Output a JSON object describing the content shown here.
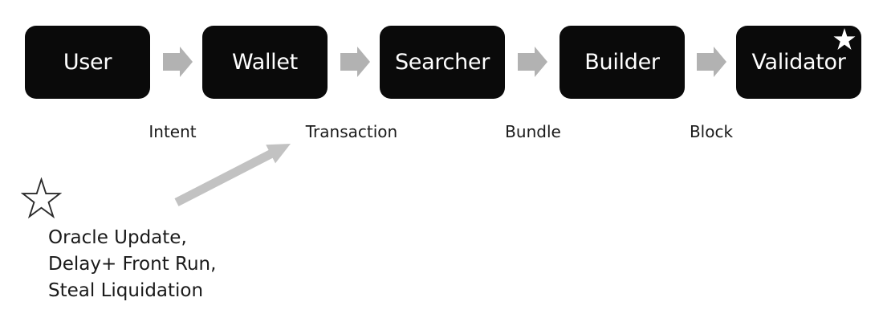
{
  "flow": {
    "nodes": [
      {
        "label": "User"
      },
      {
        "label": "Wallet"
      },
      {
        "label": "Searcher"
      },
      {
        "label": "Builder"
      },
      {
        "label": "Validator",
        "badge_icon": "filled-star"
      }
    ],
    "edge_labels": [
      {
        "label": "Intent"
      },
      {
        "label": "Transaction"
      },
      {
        "label": "Bundle"
      },
      {
        "label": "Block"
      }
    ]
  },
  "annotation": {
    "marker_icon": "outline-star",
    "line1": "Oracle Update,",
    "line2": "Delay+ Front Run,",
    "line3": "Steal Liquidation",
    "arrow_points_to": "Transaction"
  },
  "colors": {
    "background": "#ffffff",
    "node_fill": "#0a0a0a",
    "node_text": "#ffffff",
    "flow_arrow": "#b2b2b2",
    "annotation_arrow": "#c2c2c2",
    "label_text": "#1a1a1a"
  }
}
